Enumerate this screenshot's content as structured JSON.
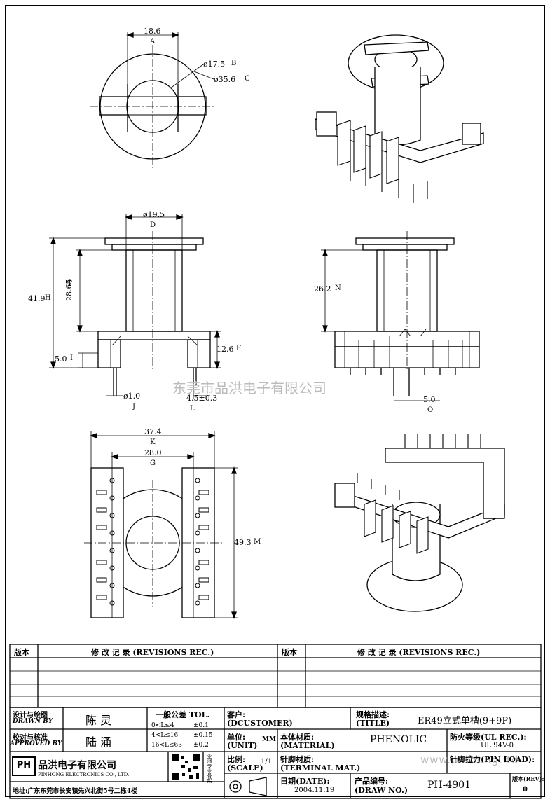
{
  "dims": {
    "top_width": "18.6",
    "top_width_label": "A",
    "top_d_inner": "ø17.5",
    "top_d_inner_label": "B",
    "top_d_outer": "ø35.6",
    "top_d_outer_label": "C",
    "mid_width": "ø19.5",
    "mid_width_label": "D",
    "height_total": "41.9",
    "height_total_label": "H",
    "height_inner": "28.65",
    "height_inner_label": "T",
    "base_height": "12.6",
    "base_height_label": "F",
    "pin_len": "5.0",
    "pin_len_label": "I",
    "pin_d": "ø1.0",
    "pin_d_label": "J",
    "pin_pitch": "4.5±0.3",
    "pin_pitch_label": "L",
    "side_height": "26.2",
    "side_height_label": "N",
    "side_pin": "5.0",
    "side_pin_label": "O",
    "bottom_width": "37.4",
    "bottom_width_label": "K",
    "bottom_inner": "28.0",
    "bottom_inner_label": "G",
    "bottom_length": "49.3",
    "bottom_length_label": "M"
  },
  "watermark": {
    "center": "东莞市品洪电子有限公司",
    "footer": "www.pinhong.ltd"
  },
  "revisions": {
    "col_rev": "版本",
    "col_rec": "修 改 记 录 (REVISIONS REC.)"
  },
  "title_block": {
    "drawn_by_label_cn": "设计与绘图",
    "drawn_by_label_en": "DRAWN BY",
    "drawn_by": "陈 灵",
    "approved_label_cn": "校对与核准",
    "approved_label_en": "APPROVED BY",
    "approved_by": "陆 涌",
    "tol_title": "一般公差 TOL.",
    "tol_rows": [
      {
        "range": "0<L≤4",
        "value": "±0.1"
      },
      {
        "range": "4<L≤16",
        "value": "±0.15"
      },
      {
        "range": "16<L≤63",
        "value": "±0.2"
      }
    ],
    "customer_label_cn": "客户:",
    "customer_label_en": "(DCUSTOMER)",
    "title_label_cn": "规格描述:",
    "title_label_en": "(TITLE)",
    "title_value": "ER49立式单槽(9+9P)",
    "unit_label_cn": "单位:",
    "unit_label_en": "(UNIT)",
    "unit_value": "MM",
    "material_label_cn": "本体材质:",
    "material_label_en": "(MATERIAL)",
    "material_value": "PHENOLIC",
    "ul_label": "防火等级(UL REC.):",
    "ul_value": "UL 94V-0",
    "scale_label_cn": "比例:",
    "scale_label_en": "(SCALE)",
    "scale_value": "1/1",
    "terminal_label_cn": "针脚材质:",
    "terminal_label_en": "(TERMINAL MAT.)",
    "pin_load_label": "针脚拉力(PIN LOAD):",
    "date_label": "日期(DATE):",
    "date_value": "2004.11.19",
    "drawno_label_cn": "产品编号:",
    "drawno_label_en": "(DRAW NO.)",
    "drawno_value": "PH-4901",
    "rev_label_cn": "版本(REV):",
    "rev_value": "0",
    "company_cn": "品洪电子有限公司",
    "company_en": "PINHONG ELECTRONICS CO., LTD.",
    "address": "地址:广东东莞市长安镇先兴北街5号二栋4楼",
    "logo_text": "PH",
    "qr_caption": "亚洲专业骨架"
  }
}
